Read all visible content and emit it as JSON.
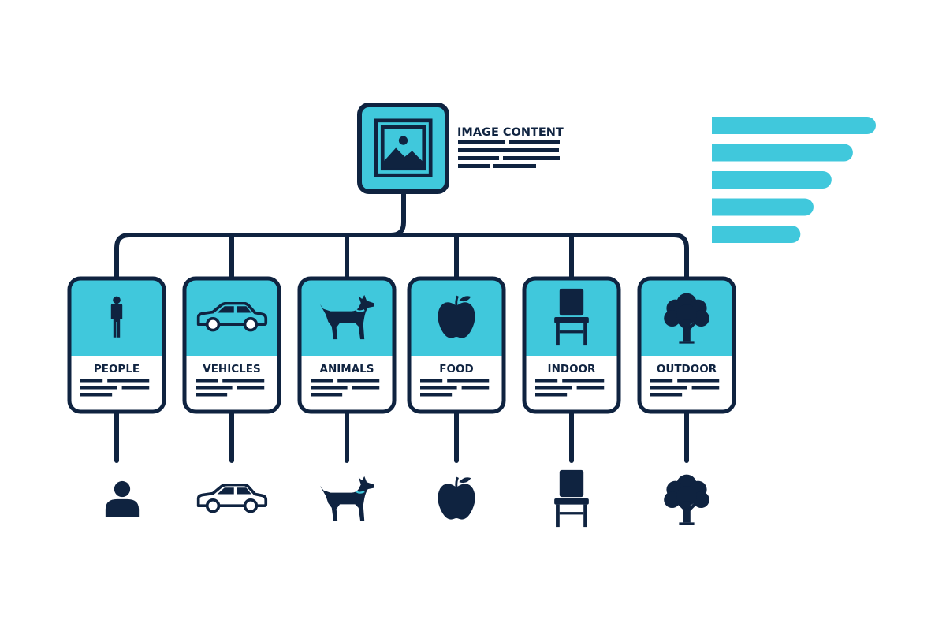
{
  "colors": {
    "navy": "#0f2340",
    "cyan": "#40c8dc",
    "white": "#ffffff"
  },
  "root": {
    "icon": "image-icon",
    "title": "IMAGE CONTENT"
  },
  "legend_bars": {
    "count": 5,
    "relative_lengths": [
      1.0,
      0.86,
      0.73,
      0.62,
      0.54
    ]
  },
  "categories": [
    {
      "label": "PEOPLE",
      "card_icon": "person-icon",
      "bottom_icon": "user-icon"
    },
    {
      "label": "VEHICLES",
      "card_icon": "car-icon",
      "bottom_icon": "car-icon"
    },
    {
      "label": "ANIMALS",
      "card_icon": "dog-icon",
      "bottom_icon": "dog-icon"
    },
    {
      "label": "FOOD",
      "card_icon": "apple-icon",
      "bottom_icon": "apple-icon"
    },
    {
      "label": "INDOOR",
      "card_icon": "chair-icon",
      "bottom_icon": "chair-icon"
    },
    {
      "label": "OUTDOOR",
      "card_icon": "tree-icon",
      "bottom_icon": "tree-icon"
    }
  ]
}
